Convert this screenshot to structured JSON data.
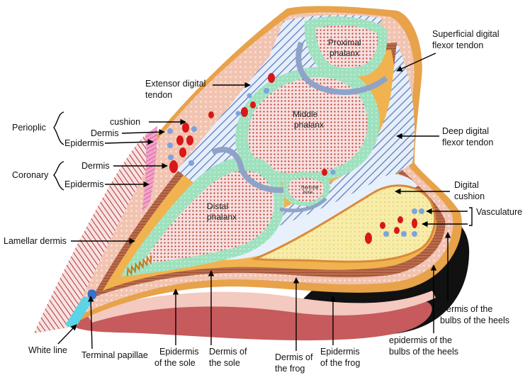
{
  "labels": {
    "proximal_phalanx": [
      "Proximal",
      "phalanx"
    ],
    "middle_phalanx": [
      "Middle",
      "phalanx"
    ],
    "distal_phalanx": [
      "Distal",
      "phalanx"
    ],
    "navicular_bone": [
      "Navicular",
      "bone"
    ],
    "superficial_flexor": [
      "Superficial digital",
      "flexor tendon"
    ],
    "extensor": [
      "Extensor digital",
      "tendon"
    ],
    "deep_flexor": [
      "Deep digital",
      "flexor tendon"
    ],
    "digital_cushion": [
      "Digital",
      "cushion"
    ],
    "vasculature": "Vasculature",
    "periople_group": "Perioplic",
    "periople_cushion": "cushion",
    "periople_dermis": "Dermis",
    "periople_epidermis": "Epidermis",
    "coronary_group": "Coronary",
    "coronary_dermis": "Dermis",
    "coronary_epidermis": "Epidermis",
    "lamellar_dermis": "Lamellar dermis",
    "white_line": "White line",
    "terminal_papillae": "Terminal papillae",
    "epidermis_sole": [
      "Epidermis",
      "of the sole"
    ],
    "dermis_sole": [
      "Dermis of",
      "the sole"
    ],
    "dermis_frog": [
      "Dermis of",
      "the frog"
    ],
    "epidermis_frog": [
      "Epidermis",
      "of the frog"
    ],
    "dermis_bulbs": [
      "Dermis of the",
      "bulbs of the heels"
    ],
    "epidermis_bulbs": [
      "epidermis of the",
      "bulbs of the heels"
    ]
  },
  "colors": {
    "hoof_wall": "#f2b9b9",
    "dermis_orange": "#e8a74a",
    "dermis_dark": "#b55a3c",
    "tendon_blue": "#c9d9f0",
    "bone_green": "#a9e6c7",
    "bone_pink": "#f3d6d6",
    "cushion_yellow": "#f7eaa6",
    "sole_red": "#c9575a",
    "black_bulb": "#111111"
  }
}
